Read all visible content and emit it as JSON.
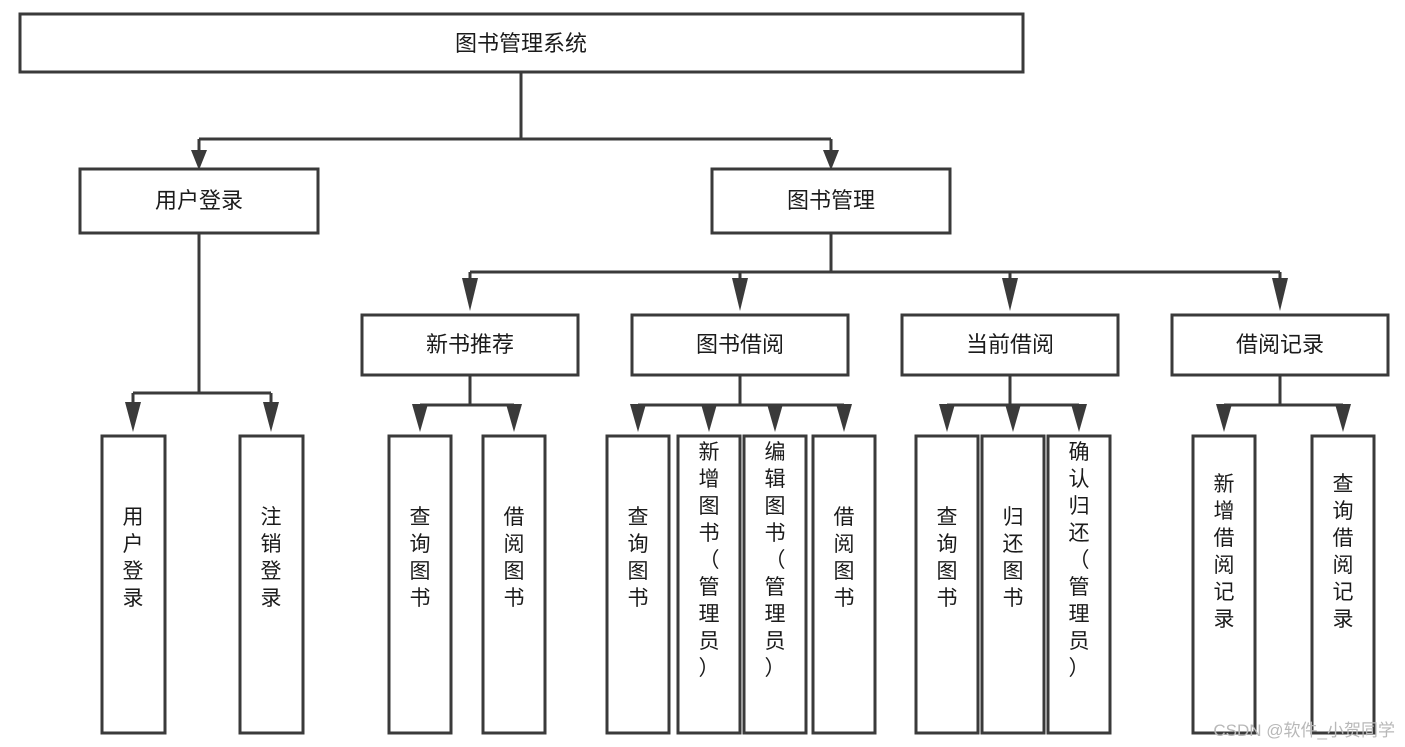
{
  "diagram": {
    "type": "tree-hierarchy-chart",
    "title": "图书管理系统",
    "watermark": "CSDN @软件_小贺同学",
    "colors": {
      "box_stroke": "#3a3a3a",
      "box_fill": "#ffffff",
      "text": "#1b1b1b",
      "connector": "#3a3a3a",
      "watermark": "#b8b8b8",
      "background": "#ffffff"
    },
    "root": {
      "label": "图书管理系统"
    },
    "level2": [
      {
        "label": "用户登录"
      },
      {
        "label": "图书管理"
      }
    ],
    "level3": [
      {
        "label": "新书推荐"
      },
      {
        "label": "图书借阅"
      },
      {
        "label": "当前借阅"
      },
      {
        "label": "借阅记录"
      }
    ],
    "leaves": {
      "user_login": [
        {
          "label": "用户登录"
        },
        {
          "label": "注销登录"
        }
      ],
      "new_book_recommend": [
        {
          "label": "查询图书"
        },
        {
          "label": "借阅图书"
        }
      ],
      "book_borrow": [
        {
          "label": "查询图书"
        },
        {
          "label": "新增图书（管理员）"
        },
        {
          "label": "编辑图书（管理员）"
        },
        {
          "label": "借阅图书"
        }
      ],
      "current_borrow": [
        {
          "label": "查询图书"
        },
        {
          "label": "归还图书"
        },
        {
          "label": "确认归还（管理员）"
        }
      ],
      "borrow_record": [
        {
          "label": "新增借阅记录"
        },
        {
          "label": "查询借阅记录"
        }
      ]
    }
  }
}
